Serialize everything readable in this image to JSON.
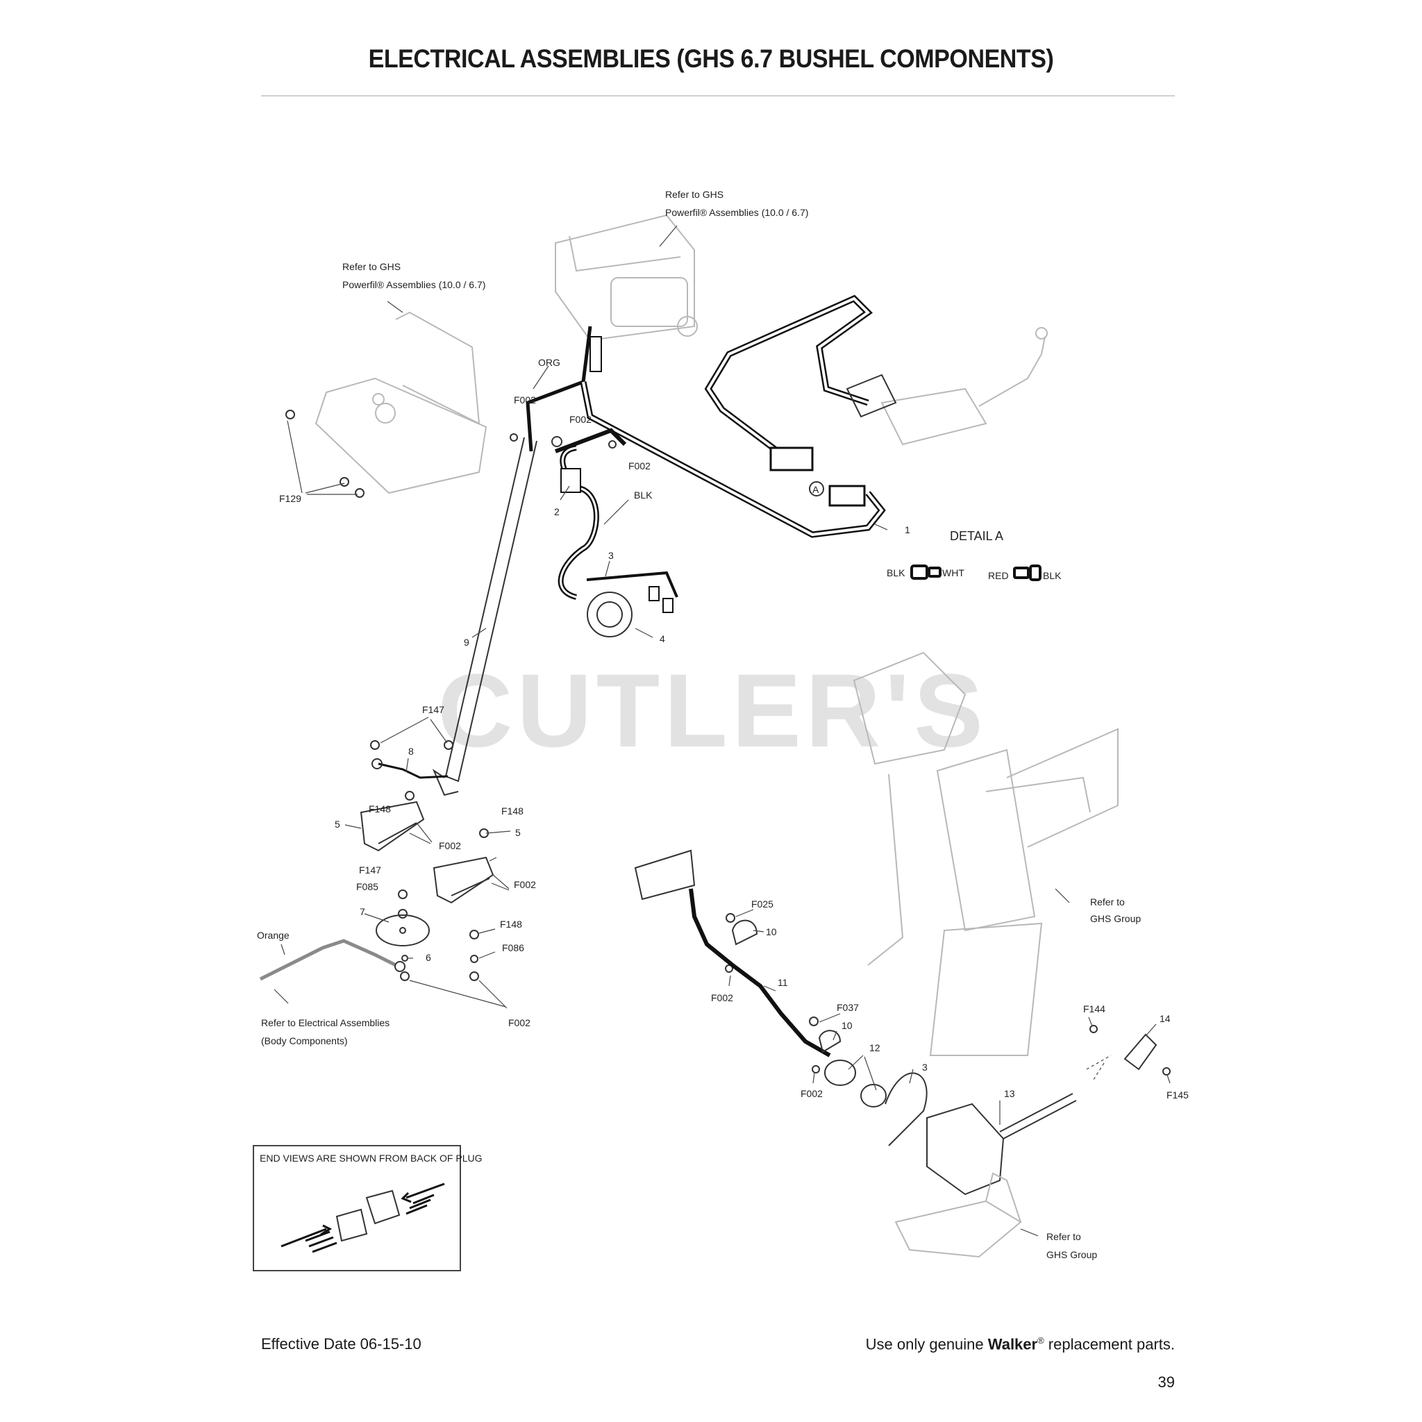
{
  "page": {
    "title": "ELECTRICAL ASSEMBLIES (GHS 6.7 BUSHEL COMPONENTS)",
    "footer_left": "Effective Date 06-15-10",
    "footer_right_pre": "Use only genuine ",
    "footer_right_brand": "Walker",
    "footer_right_reg": "®",
    "footer_right_post": "  replacement parts.",
    "page_number": "39",
    "watermark": "CUTLER'S"
  },
  "callouts": {
    "ref_powerfil_top_1": "Refer to GHS",
    "ref_powerfil_top_2": "Powerfil® Assemblies (10.0 / 6.7)",
    "ref_powerfil_left_1": "Refer to GHS",
    "ref_powerfil_left_2": "Powerfil® Assemblies (10.0 / 6.7)",
    "org": "ORG",
    "blk": "BLK",
    "f002": "F002",
    "f129": "F129",
    "f147": "F147",
    "f148": "F148",
    "f085": "F085",
    "f086": "F086",
    "f025": "F025",
    "f037": "F037",
    "f144": "F144",
    "f145": "F145",
    "detail_a": "DETAIL A",
    "detail_marker": "A",
    "blk_wht_left": "BLK",
    "blk_wht_right": "WHT",
    "red_blk_left": "RED",
    "red_blk_right": "BLK",
    "orange": "Orange",
    "ref_electrical_1": "Refer to Electrical  Assemblies",
    "ref_electrical_2": "(Body Components)",
    "ref_ghs_group_1": "Refer to",
    "ref_ghs_group_2": "GHS Group",
    "end_views_note": "END VIEWS ARE SHOWN FROM BACK OF PLUG",
    "n1": "1",
    "n2": "2",
    "n3": "3",
    "n4": "4",
    "n5": "5",
    "n6": "6",
    "n7": "7",
    "n8": "8",
    "n9": "9",
    "n10": "10",
    "n11": "11",
    "n12": "12",
    "n13": "13",
    "n14": "14"
  }
}
